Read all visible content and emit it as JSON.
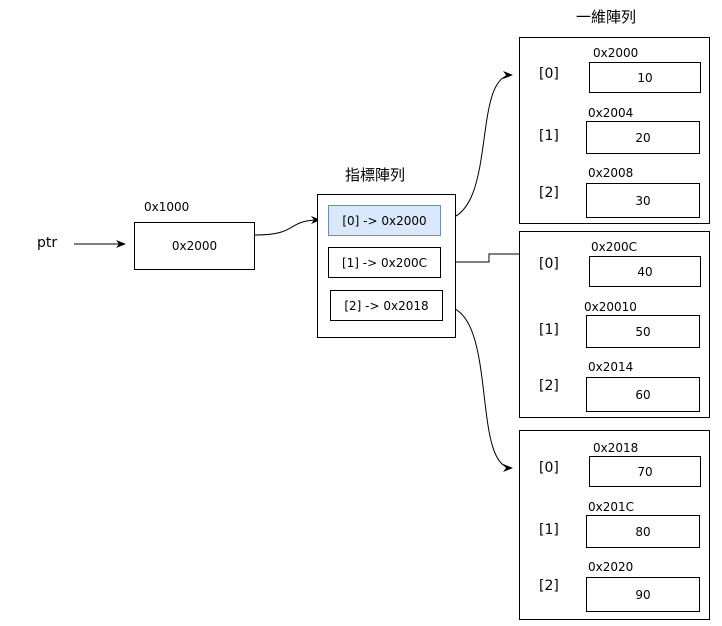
{
  "ptr": {
    "label": "ptr",
    "address": "0x1000",
    "value": "0x2000"
  },
  "pointer_array": {
    "title": "指標陣列",
    "items": [
      "[0] -> 0x2000",
      "[1] -> 0x200C",
      "[2] -> 0x2018"
    ]
  },
  "arrays_title": "一維陣列",
  "arrays": [
    {
      "cells": [
        {
          "index": "[0]",
          "address": "0x2000",
          "value": "10"
        },
        {
          "index": "[1]",
          "address": "0x2004",
          "value": "20"
        },
        {
          "index": "[2]",
          "address": "0x2008",
          "value": "30"
        }
      ]
    },
    {
      "cells": [
        {
          "index": "[0]",
          "address": "0x200C",
          "value": "40"
        },
        {
          "index": "[1]",
          "address": "0x20010",
          "value": "50"
        },
        {
          "index": "[2]",
          "address": "0x2014",
          "value": "60"
        }
      ]
    },
    {
      "cells": [
        {
          "index": "[0]",
          "address": "0x2018",
          "value": "70"
        },
        {
          "index": "[1]",
          "address": "0x201C",
          "value": "80"
        },
        {
          "index": "[2]",
          "address": "0x2020",
          "value": "90"
        }
      ]
    }
  ],
  "colors": {
    "highlight_fill": "#dae8fc",
    "highlight_stroke": "#6c8ebf"
  }
}
